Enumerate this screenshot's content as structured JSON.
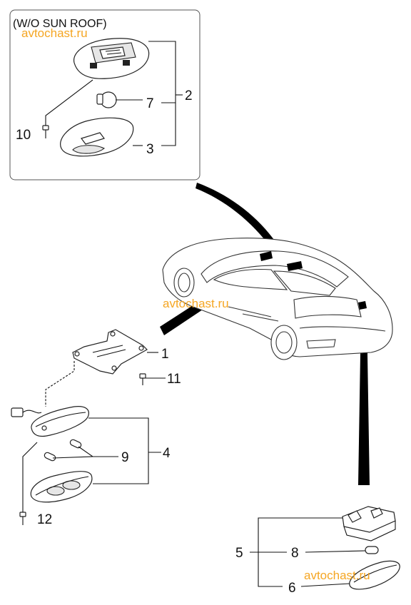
{
  "inset": {
    "caption": "(W/O SUN ROOF)"
  },
  "watermarks": [
    "avtochast.ru",
    "avtochast.ru",
    "avtochast.ru"
  ],
  "callouts": {
    "c1": "1",
    "c2": "2",
    "c3": "3",
    "c4": "4",
    "c5": "5",
    "c6": "6",
    "c7": "7",
    "c8": "8",
    "c9": "9",
    "c10": "10",
    "c11": "11",
    "c12": "12"
  },
  "colors": {
    "watermark": "#f5a623",
    "line": "#111111",
    "leader_band": "#000000"
  }
}
